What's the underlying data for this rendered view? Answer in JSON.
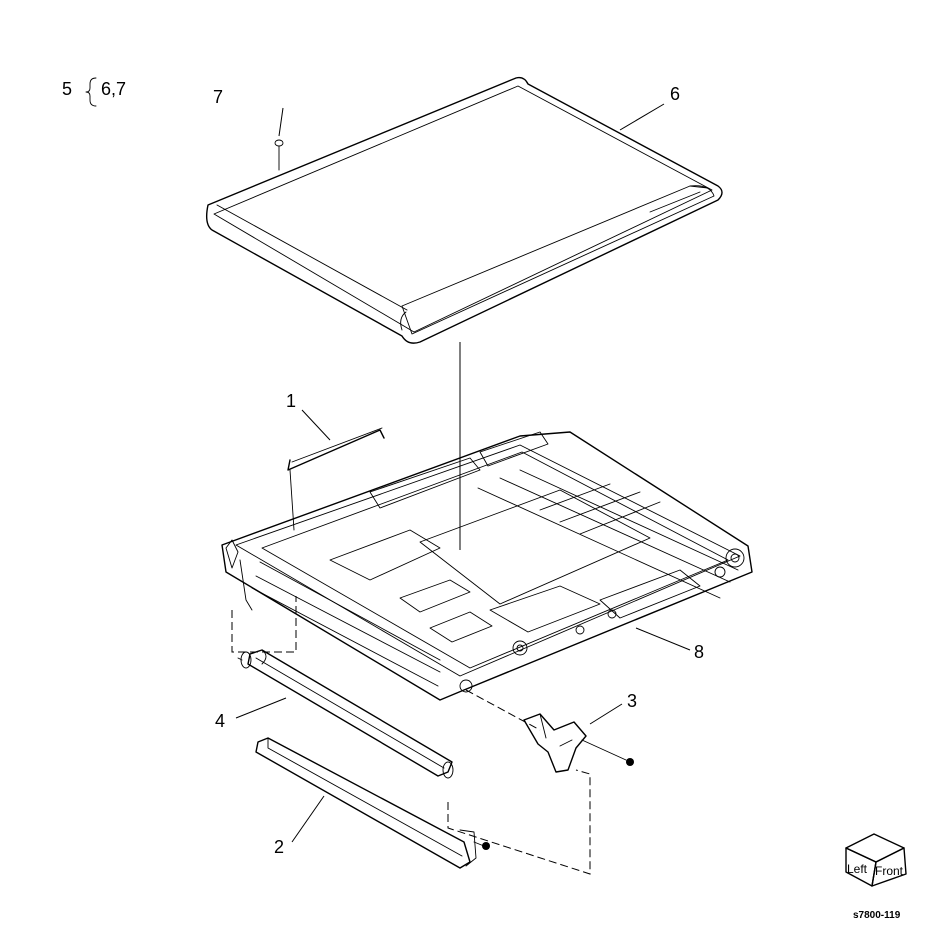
{
  "assembly_note": {
    "parent": "5",
    "children": "6,7"
  },
  "callouts": {
    "c1": "1",
    "c2": "2",
    "c3": "3",
    "c4": "4",
    "c6": "6",
    "c7": "7",
    "c8": "8"
  },
  "orientation_cube": {
    "left": "Left",
    "front": "Front"
  },
  "figure_code": "s7800-119"
}
